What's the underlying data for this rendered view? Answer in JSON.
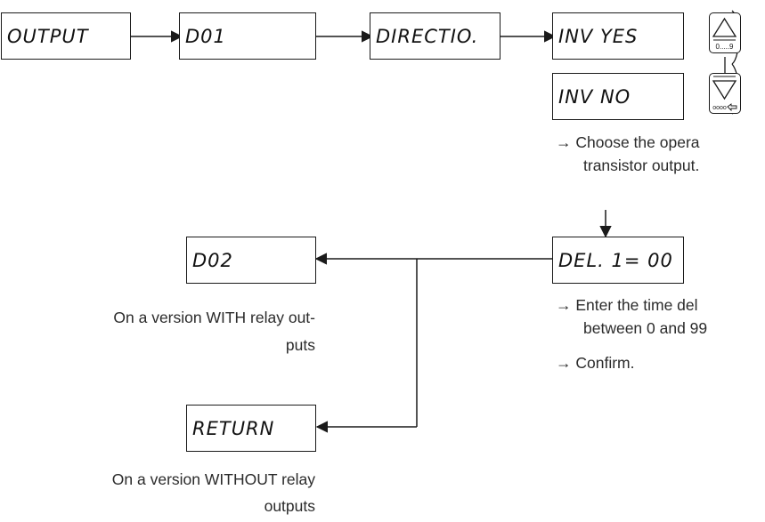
{
  "displays": {
    "output": "OUTPUT",
    "d01": "D01",
    "direction": "DIRECTIO.",
    "inv_yes": "INV YES",
    "inv_no": "INV NO",
    "del1": "DEL. 1= 00",
    "d02": "D02",
    "return": "RETURN"
  },
  "keys": {
    "up_label": "0.....9",
    "down_label": "oooo"
  },
  "notes": {
    "choose": "Choose the opera",
    "choose_2": "transistor output.",
    "enter": "Enter the time del",
    "enter_2": "between 0 and 99",
    "confirm": "Confirm.",
    "with_relay_1": "On a version WITH relay out-",
    "with_relay_2": "puts",
    "without_relay_1": "On a version WITHOUT relay",
    "without_relay_2": "outputs"
  },
  "arrow_glyph": "→"
}
